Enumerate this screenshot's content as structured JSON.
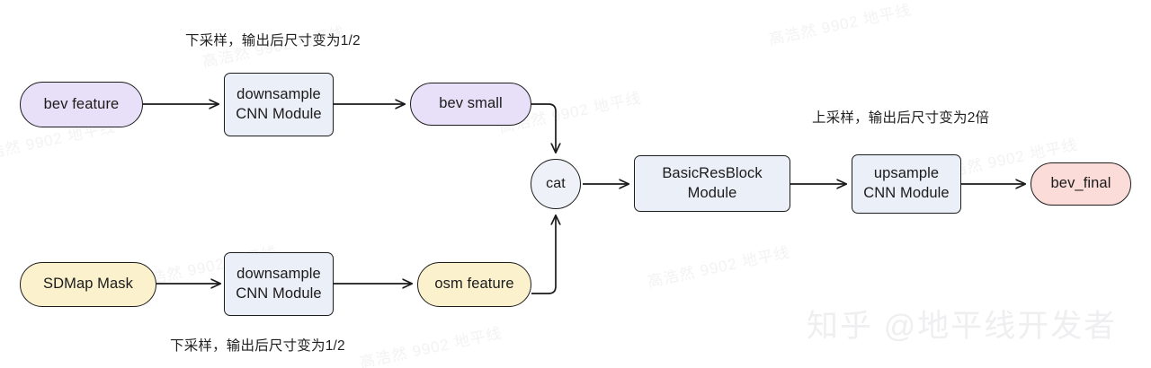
{
  "diagram": {
    "title": "BEV and SDMap fusion network diagram",
    "background": "#ffffff",
    "colors": {
      "purple_fill": "#e8e0f8",
      "purple_stroke": "#1d1d1d",
      "yellow_fill": "#fcf1cd",
      "yellow_stroke": "#1d1d1d",
      "blue_fill": "#ebeff8",
      "blue_stroke": "#1d1d1d",
      "pink_fill": "#fbdcd8",
      "pink_stroke": "#1d1d1d",
      "edge": "#1a1a1a",
      "text": "#1b1b1b",
      "watermark": "#f3f2f4"
    },
    "nodes": [
      {
        "id": "bev_feature",
        "lines": [
          "bev feature"
        ],
        "shape": "stadium",
        "color": "purple"
      },
      {
        "id": "downsample_top",
        "lines": [
          "downsample",
          "CNN Module"
        ],
        "shape": "rect",
        "color": "blue"
      },
      {
        "id": "bev_small",
        "lines": [
          "bev small"
        ],
        "shape": "stadium",
        "color": "purple"
      },
      {
        "id": "sdmap_mask",
        "lines": [
          "SDMap Mask"
        ],
        "shape": "stadium",
        "color": "yellow"
      },
      {
        "id": "downsample_bot",
        "lines": [
          "downsample",
          "CNN Module"
        ],
        "shape": "rect",
        "color": "blue"
      },
      {
        "id": "osm_feature",
        "lines": [
          "osm feature"
        ],
        "shape": "stadium",
        "color": "yellow"
      },
      {
        "id": "cat",
        "lines": [
          "cat"
        ],
        "shape": "circle",
        "color": "blue"
      },
      {
        "id": "basicresblock",
        "lines": [
          "BasicResBlock",
          "Module"
        ],
        "shape": "rect",
        "color": "blue"
      },
      {
        "id": "upsample",
        "lines": [
          "upsample",
          "CNN Module"
        ],
        "shape": "rect",
        "color": "blue"
      },
      {
        "id": "bev_final",
        "lines": [
          "bev_final"
        ],
        "shape": "stadium",
        "color": "pink"
      }
    ],
    "annotations": [
      {
        "id": "downsample_note_top",
        "text": "下采样，输出后尺寸变为1/2"
      },
      {
        "id": "upsample_note",
        "text": "上采样，输出后尺寸变为2倍"
      },
      {
        "id": "downsample_note_bottom",
        "text": "下采样，输出后尺寸变为1/2"
      }
    ],
    "watermarks": {
      "tiled_text": "高浩然 9902 地平线",
      "brand_text": "知乎 @地平线开发者"
    }
  }
}
